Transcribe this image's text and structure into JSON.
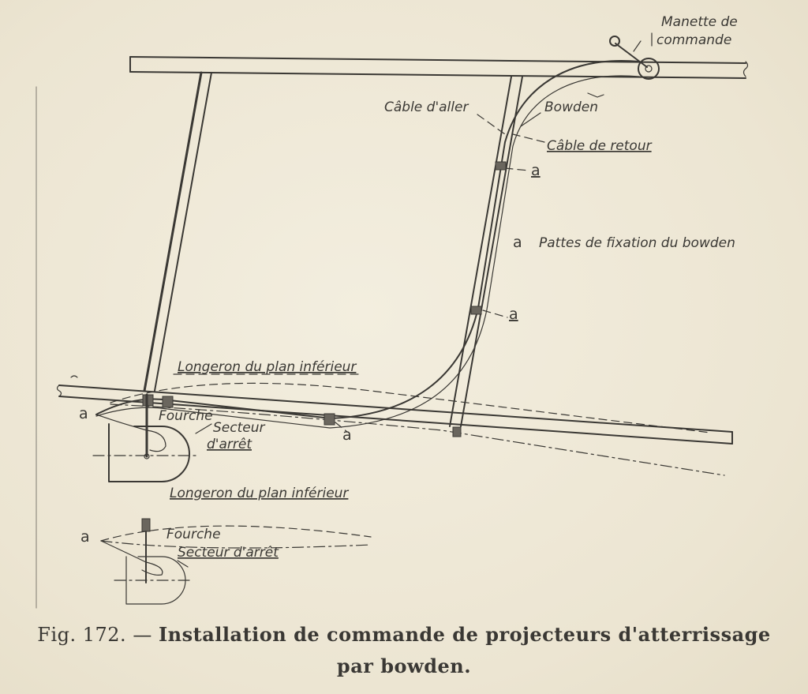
{
  "labels": {
    "handle_line1": "Manette de",
    "handle_line2": "commande",
    "cable_aller": "Câble d'aller",
    "bowden": "Bowden",
    "cable_retour": "Câble de retour",
    "a": "a",
    "legend_a_text": "Pattes de fixation du bowden",
    "longeron_1": "Longeron du plan inférieur",
    "fourche_1": "Fourche",
    "secteur_1_line1": "Secteur",
    "secteur_1_line2": "d'arrêt",
    "longeron_2": "Longeron du plan inférieur",
    "fourche_2": "Fourche",
    "secteur_2": "Secteur d'arrêt"
  },
  "caption": {
    "fig": "Fig. 172. —",
    "title_line1": "Installation de commande de projecteurs d'atterrissage",
    "title_line2": "par bowden."
  }
}
